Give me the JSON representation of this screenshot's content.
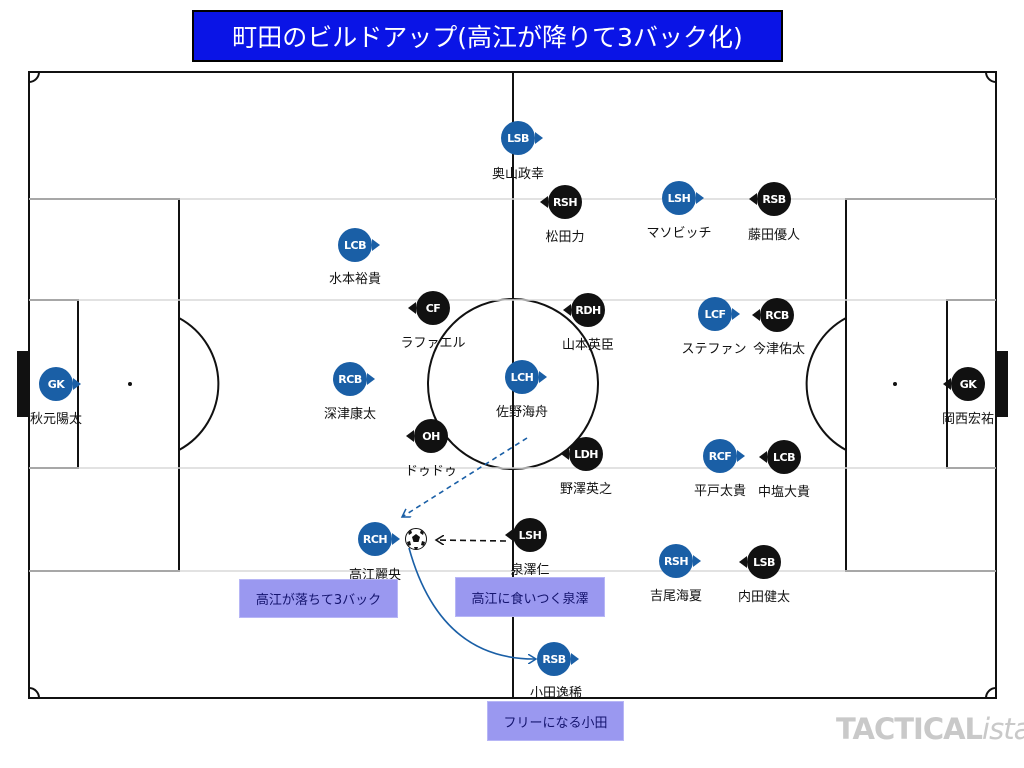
{
  "title": "町田のビルドアップ(高江が降りて3バック化)",
  "colors": {
    "home": "#1a5fa6",
    "away": "#111111",
    "title_bg": "#0a14e6",
    "note_bg": "#9a98f0"
  },
  "players": [
    {
      "id": "p1",
      "team": "home",
      "pos": "GK",
      "name": "秋元陽太"
    },
    {
      "id": "p2",
      "team": "home",
      "pos": "LCB",
      "name": "水本裕貴"
    },
    {
      "id": "p3",
      "team": "home",
      "pos": "RCB",
      "name": "深津康太"
    },
    {
      "id": "p4",
      "team": "home",
      "pos": "LSB",
      "name": "奥山政幸"
    },
    {
      "id": "p5",
      "team": "home",
      "pos": "LCH",
      "name": "佐野海舟"
    },
    {
      "id": "p6",
      "team": "home",
      "pos": "RCH",
      "name": "高江麗央"
    },
    {
      "id": "p7",
      "team": "home",
      "pos": "LSH",
      "name": "マソビッチ"
    },
    {
      "id": "p8",
      "team": "home",
      "pos": "LCF",
      "name": "ステファン"
    },
    {
      "id": "p9",
      "team": "home",
      "pos": "RCF",
      "name": "平戸太貴"
    },
    {
      "id": "p10",
      "team": "home",
      "pos": "RSH",
      "name": "吉尾海夏"
    },
    {
      "id": "p11",
      "team": "home",
      "pos": "RSB",
      "name": "小田逸稀"
    },
    {
      "id": "p12",
      "team": "away",
      "pos": "GK",
      "name": "岡西宏祐"
    },
    {
      "id": "p13",
      "team": "away",
      "pos": "RSB",
      "name": "藤田優人"
    },
    {
      "id": "p14",
      "team": "away",
      "pos": "RCB",
      "name": "今津佑太"
    },
    {
      "id": "p15",
      "team": "away",
      "pos": "LCB",
      "name": "中塩大貴"
    },
    {
      "id": "p16",
      "team": "away",
      "pos": "LSB",
      "name": "内田健太"
    },
    {
      "id": "p17",
      "team": "away",
      "pos": "RSH",
      "name": "松田力"
    },
    {
      "id": "p18",
      "team": "away",
      "pos": "RDH",
      "name": "山本英臣"
    },
    {
      "id": "p19",
      "team": "away",
      "pos": "LDH",
      "name": "野澤英之"
    },
    {
      "id": "p20",
      "team": "away",
      "pos": "LSH",
      "name": "泉澤仁"
    },
    {
      "id": "p21",
      "team": "away",
      "pos": "CF",
      "name": "ラファエル"
    },
    {
      "id": "p22",
      "team": "away",
      "pos": "OH",
      "name": "ドゥドゥ"
    }
  ],
  "notes": [
    {
      "id": "n1",
      "text": "高江が落ちて3バック"
    },
    {
      "id": "n2",
      "text": "高江に食いつく泉澤"
    },
    {
      "id": "n3",
      "text": "フリーになる小田"
    }
  ],
  "icons": {
    "ball": "soccer-ball-icon"
  },
  "watermark": {
    "main": "TACTICAL",
    "italic": "ista"
  }
}
